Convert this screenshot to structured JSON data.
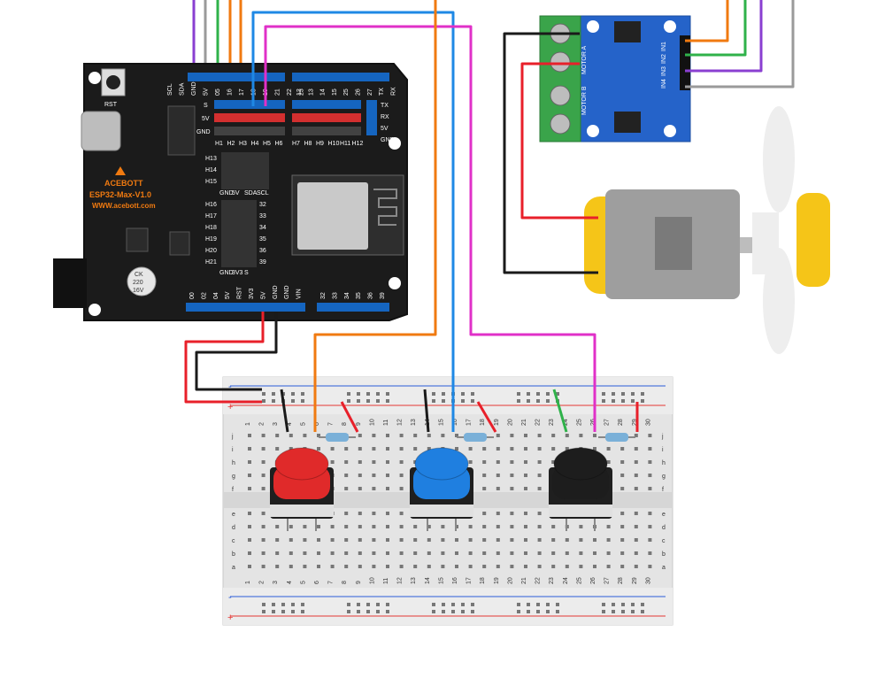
{
  "board": {
    "brand": "ACEBOTT",
    "model": "ESP32-Max-V1.0",
    "url": "WWW.acebott.com",
    "rst_label": "RST",
    "top_header_labels_left": [
      "SCL",
      "SDA",
      "GND",
      "5V",
      "05",
      "16",
      "17",
      "18",
      "19",
      "21",
      "22",
      "23"
    ],
    "top_header_labels_right": [
      "12",
      "13",
      "14",
      "15",
      "25",
      "26",
      "27",
      "TX",
      "RX"
    ],
    "row_label_s": "S",
    "row_label_5v": "5V",
    "row_label_gnd": "GND",
    "h_labels_left": [
      "H1",
      "H2",
      "H3",
      "H4",
      "H5",
      "H6"
    ],
    "h_labels_right": [
      "H7",
      "H8",
      "H9",
      "H10",
      "H11",
      "H12"
    ],
    "side_labels": [
      "TX",
      "RX",
      "5V",
      "GND"
    ],
    "mid_rows": [
      "H13",
      "H14",
      "H15"
    ],
    "mid_cols": [
      "GND",
      "5V",
      "SDA",
      "SCL"
    ],
    "lower_rows": [
      {
        "h": "H16",
        "n": "32"
      },
      {
        "h": "H17",
        "n": "33"
      },
      {
        "h": "H18",
        "n": "34"
      },
      {
        "h": "H19",
        "n": "35"
      },
      {
        "h": "H20",
        "n": "36"
      },
      {
        "h": "H21",
        "n": "39"
      }
    ],
    "lower_cols": [
      "GND",
      "3V3",
      "S"
    ],
    "bottom_header_labels_left": [
      "00",
      "02",
      "04",
      "5V",
      "RST",
      "3V3",
      "5V",
      "GND",
      "GND",
      "VIN"
    ],
    "bottom_header_labels_right": [
      "32",
      "33",
      "34",
      "35",
      "36",
      "39"
    ],
    "capacitor_text": [
      "CK",
      "220",
      "16V"
    ]
  },
  "driver": {
    "labels": [
      "MOTOR A",
      "MOTOR B"
    ],
    "pin_labels": [
      "IN1",
      "IN2",
      "IN3",
      "IN4"
    ]
  },
  "breadboard": {
    "columns": [
      "1",
      "2",
      "3",
      "4",
      "5",
      "6",
      "7",
      "8",
      "9",
      "10",
      "11",
      "12",
      "13",
      "14",
      "15",
      "16",
      "17",
      "18",
      "19",
      "20",
      "21",
      "22",
      "23",
      "24",
      "25",
      "26",
      "27",
      "28",
      "29",
      "30"
    ],
    "rows_top": [
      "j",
      "i",
      "h",
      "g",
      "f"
    ],
    "rows_bottom": [
      "e",
      "d",
      "c",
      "b",
      "a"
    ],
    "rail_minus": "-",
    "rail_plus": "+"
  },
  "buttons": [
    {
      "name": "red",
      "color": "#e02a2a"
    },
    {
      "name": "blue",
      "color": "#1f7fe0"
    },
    {
      "name": "black",
      "color": "#1d1d1d"
    }
  ],
  "colors": {
    "wire_red": "#e8202a",
    "wire_black": "#1a1a1a",
    "wire_orange": "#f07a10",
    "wire_blue": "#1e88e5",
    "wire_magenta": "#e030c8",
    "wire_purple": "#8a3fd1",
    "wire_gray": "#9a9a9a",
    "wire_green": "#2fb24a",
    "board": "#1a1a1a",
    "driver": "#2563c9",
    "terminal": "#3aa44a",
    "motor_yellow": "#f5c518"
  }
}
